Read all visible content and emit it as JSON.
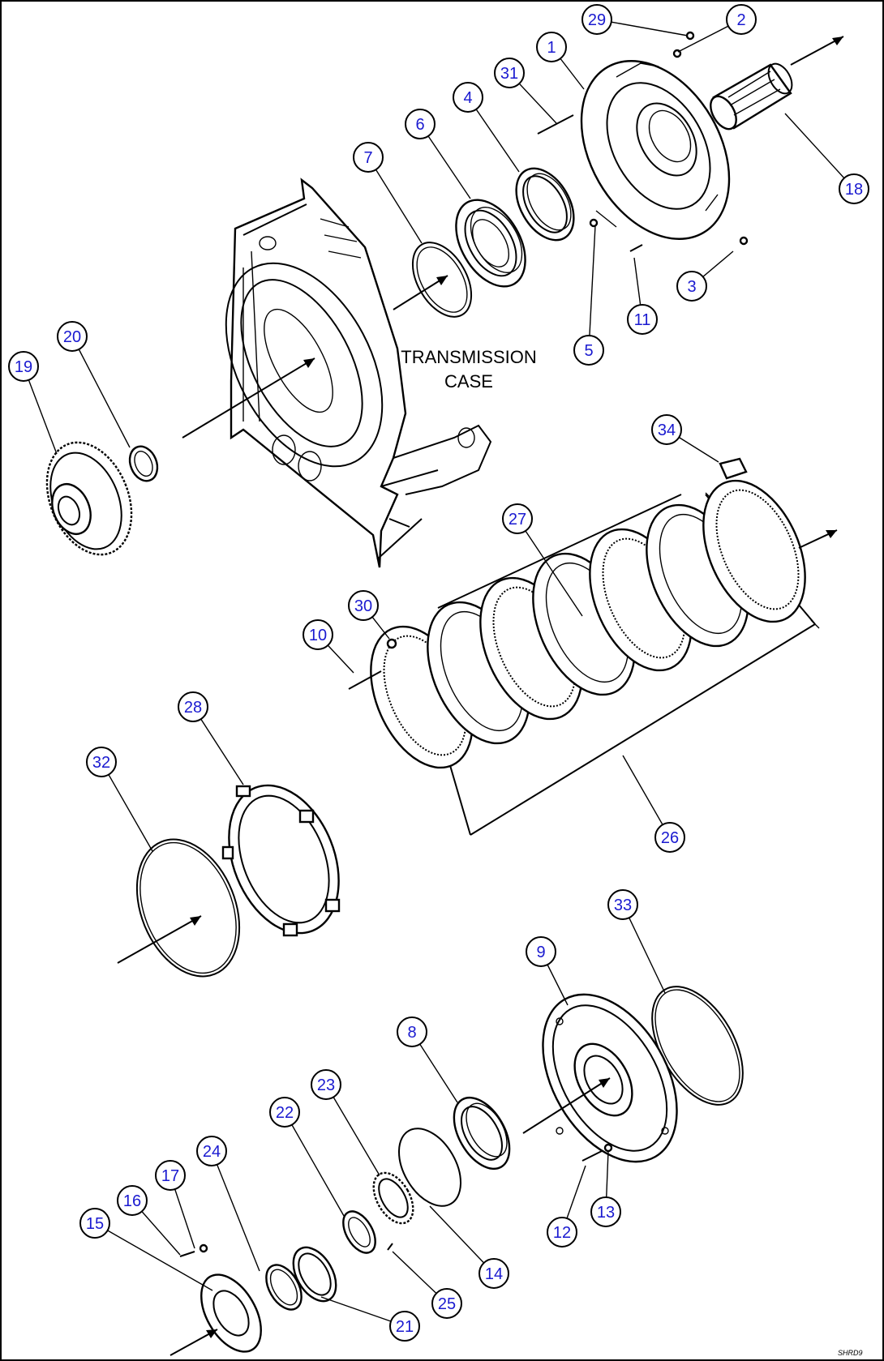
{
  "diagram": {
    "case_label": [
      "TRANSMISSION",
      "CASE"
    ],
    "drawing_code": "SHRD9",
    "callouts": [
      "29",
      "2",
      "1",
      "31",
      "4",
      "6",
      "7",
      "18",
      "5",
      "3",
      "11",
      "20",
      "19",
      "34",
      "27",
      "30",
      "10",
      "28",
      "32",
      "26",
      "33",
      "9",
      "8",
      "23",
      "22",
      "24",
      "17",
      "16",
      "15",
      "12",
      "13",
      "14",
      "25",
      "21"
    ]
  }
}
